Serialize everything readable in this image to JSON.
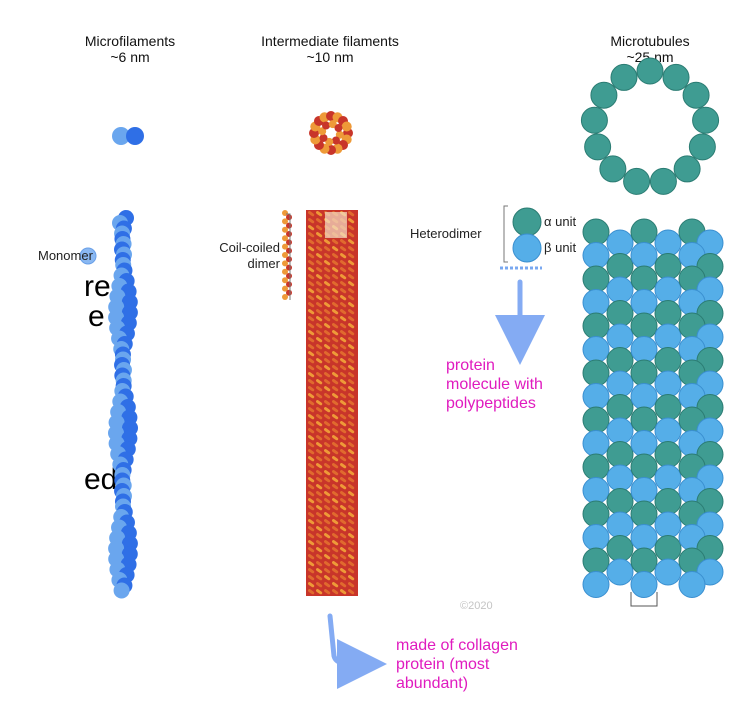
{
  "columns": {
    "microfilaments": {
      "name": "Microfilaments",
      "size": "~6 nm"
    },
    "intermediate": {
      "name": "Intermediate filaments",
      "size": "~10 nm"
    },
    "microtubules": {
      "name": "Microtubules",
      "size": "~25 nm"
    }
  },
  "labels": {
    "monomer": "Monomer",
    "coil_line1": "Coil-coiled",
    "coil_line2": "dimer",
    "heterodimer": "Heterodimer",
    "alpha_unit": "α unit",
    "beta_unit": "β unit",
    "copyright": "©2020"
  },
  "background_text": [
    "re",
    "e",
    "ed"
  ],
  "annotations": {
    "protein": [
      "protein",
      "molecule with",
      "polypeptides"
    ],
    "collagen": [
      "made of collagen",
      "protein (most",
      "abundant)"
    ]
  },
  "colors": {
    "actin_light": "#6aa6ee",
    "actin_dark": "#2f6fe6",
    "if_red": "#c8352a",
    "if_orange": "#ee9a38",
    "tubulin_alpha": "#3f9c92",
    "tubulin_beta": "#55aee8",
    "annotation_pink": "#e01bbf",
    "arrow_blue": "#5b8ff0"
  }
}
